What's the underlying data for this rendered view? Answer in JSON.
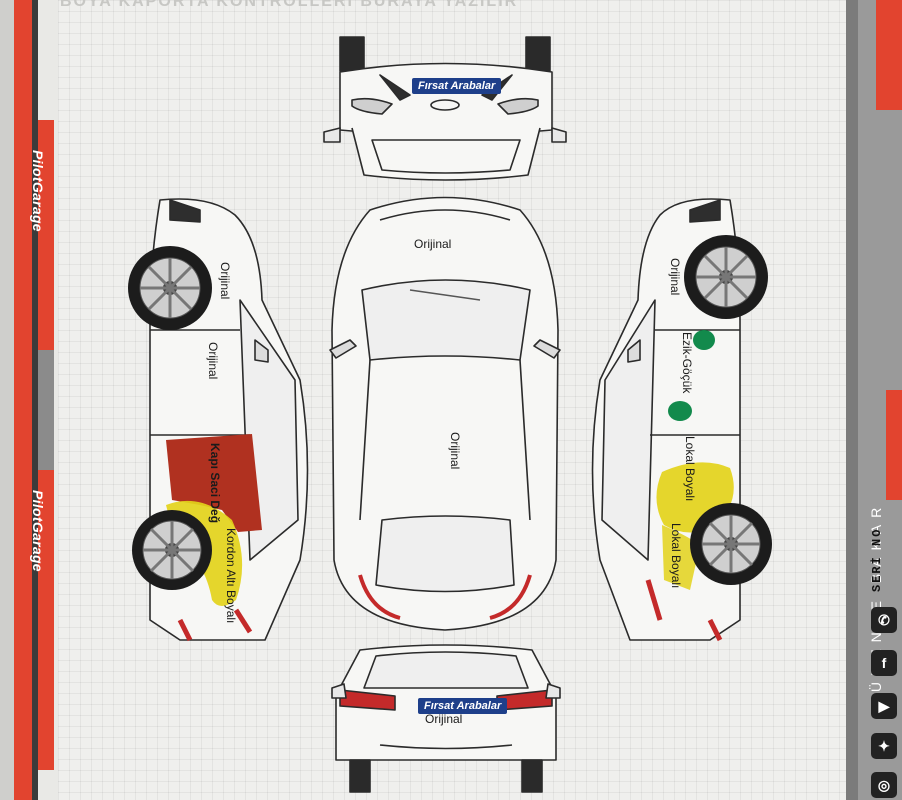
{
  "header": {
    "title_partial": "BOYA KAPORTA KONTROLLERİ BURAYA YAZILIR"
  },
  "left_brand": {
    "logo_1": "PilotGarage",
    "logo_2": "PilotGarage"
  },
  "right_strip": {
    "slogan": "GÜVENLE BAKAR",
    "serial_label": "SERİ NO"
  },
  "plates": {
    "front": "Fırsat Arabalar",
    "rear": "Fırsat Arabalar"
  },
  "labels": {
    "roof_front": "Orijinal",
    "roof_center": "Orijinal",
    "rear": "Orijinal",
    "left_front_fender": "Orijinal",
    "left_front_door": "Orijinal",
    "left_rear_door": "Kapı Saci Değ",
    "left_rocker": "Kordon Altı Boyalı",
    "right_front_fender": "Orijinal",
    "right_front_door": "Ezik-Göçük",
    "right_rear_door": "Lokal Boyalı",
    "right_rear_fender": "Lokal Boyalı"
  },
  "social_icons": [
    "whatsapp-icon",
    "facebook-icon",
    "youtube-icon",
    "twitter-icon",
    "instagram-icon"
  ],
  "colors": {
    "accent_red": "#e2442f",
    "damage_red": "#b03120",
    "paint_yellow": "#e3d21a",
    "dent_green": "#128a4c"
  }
}
